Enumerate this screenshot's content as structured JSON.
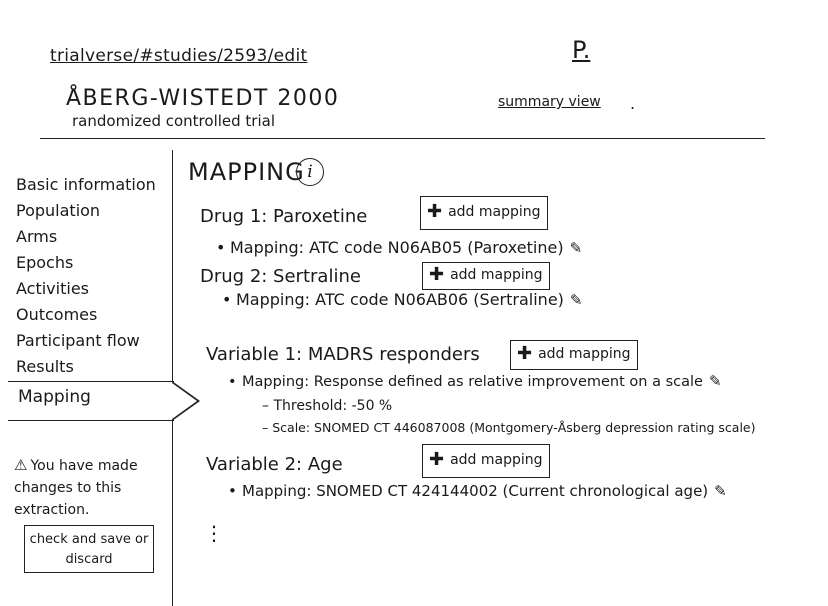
{
  "header": {
    "url": "trialverse/#studies/2593/edit",
    "user_initial": "P.",
    "study_title": "ÅBERG-WISTEDT 2000",
    "study_subtitle": "randomized controlled trial",
    "summary_link": "summary view"
  },
  "sidebar": {
    "items": [
      {
        "label": "Basic information"
      },
      {
        "label": "Population"
      },
      {
        "label": "Arms"
      },
      {
        "label": "Epochs"
      },
      {
        "label": "Activities"
      },
      {
        "label": "Outcomes"
      },
      {
        "label": "Participant flow"
      },
      {
        "label": "Results"
      }
    ],
    "active_item": "Mapping",
    "warning": "You have made changes to this extraction.",
    "check_button": "check and save or discard"
  },
  "main": {
    "section_title": "MAPPING",
    "info_icon": "i",
    "add_mapping_label": "add mapping",
    "drug1": {
      "heading": "Drug 1: Paroxetine",
      "mapping": "Mapping: ATC code N06AB05 (Paroxetine)"
    },
    "drug2": {
      "heading": "Drug 2: Sertraline",
      "mapping": "Mapping: ATC code N06AB06 (Sertraline)"
    },
    "var1": {
      "heading": "Variable 1: MADRS responders",
      "mapping": "Mapping: Response defined as relative improvement on a scale",
      "threshold": "– Threshold: -50 %",
      "scale": "– Scale: SNOMED CT 446087008 (Montgomery-Åsberg depression rating scale)"
    },
    "var2": {
      "heading": "Variable 2: Age",
      "mapping": "Mapping: SNOMED CT 424144002 (Current chronological age)"
    },
    "more": "⋮"
  },
  "icons": {
    "edit": "edit-icon",
    "warning": "warning-icon",
    "plus": "plus-icon",
    "info": "info-icon"
  }
}
